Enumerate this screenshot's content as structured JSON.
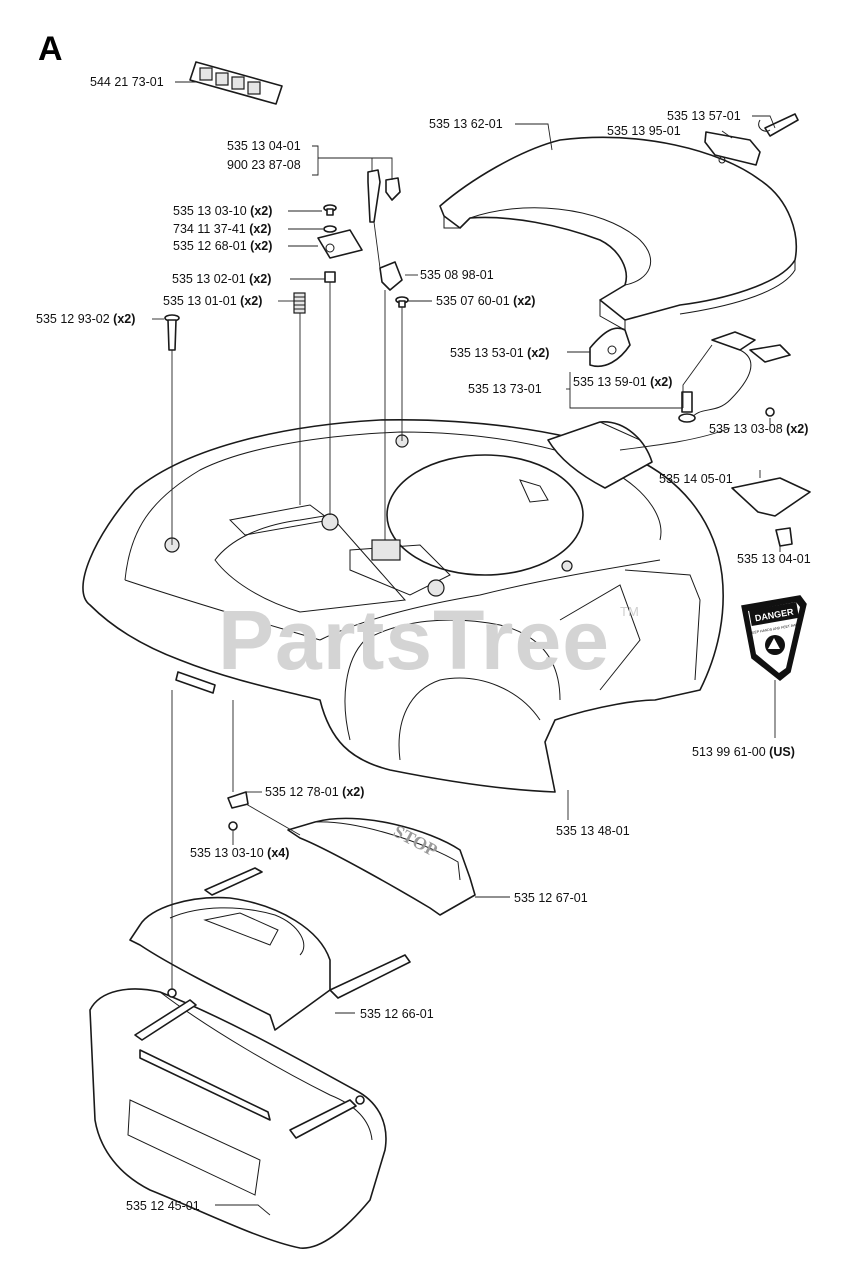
{
  "section_letter": "A",
  "watermark": "PartsTree",
  "watermark_tm": "TM",
  "danger_decal": {
    "title": "DANGER",
    "subtitle": "KEEP HANDS AND FEET AWAY"
  },
  "stop_text": "STOP",
  "callouts": [
    {
      "id": "c01",
      "part": "544 21 73-01",
      "qty": ""
    },
    {
      "id": "c02",
      "part": "535 13 62-01",
      "qty": ""
    },
    {
      "id": "c03",
      "part": "535 13 57-01",
      "qty": ""
    },
    {
      "id": "c04",
      "part": "535 13 95-01",
      "qty": ""
    },
    {
      "id": "c05",
      "part": "535 13 04-01",
      "qty": ""
    },
    {
      "id": "c06",
      "part": "900 23 87-08",
      "qty": ""
    },
    {
      "id": "c07",
      "part": "535 13 03-10",
      "qty": "(x2)"
    },
    {
      "id": "c08",
      "part": "734 11 37-41",
      "qty": "(x2)"
    },
    {
      "id": "c09",
      "part": "535 12 68-01",
      "qty": "(x2)"
    },
    {
      "id": "c10",
      "part": "535 13 02-01",
      "qty": "(x2)"
    },
    {
      "id": "c11",
      "part": "535 08 98-01",
      "qty": ""
    },
    {
      "id": "c12",
      "part": "535 13 01-01",
      "qty": "(x2)"
    },
    {
      "id": "c13",
      "part": "535 07 60-01",
      "qty": "(x2)"
    },
    {
      "id": "c14",
      "part": "535 12 93-02",
      "qty": "(x2)"
    },
    {
      "id": "c15",
      "part": "535 13 53-01",
      "qty": "(x2)"
    },
    {
      "id": "c16",
      "part": "535 13 59-01",
      "qty": "(x2)"
    },
    {
      "id": "c17",
      "part": "535 13 73-01",
      "qty": ""
    },
    {
      "id": "c18",
      "part": "535 13 03-08",
      "qty": "(x2)"
    },
    {
      "id": "c19",
      "part": "535 14 05-01",
      "qty": ""
    },
    {
      "id": "c20",
      "part": "535 13 04-01",
      "qty": ""
    },
    {
      "id": "c21",
      "part": "513 99 61-00",
      "qty": "(US)"
    },
    {
      "id": "c22",
      "part": "535 12 78-01",
      "qty": "(x2)"
    },
    {
      "id": "c23",
      "part": "535 13 48-01",
      "qty": ""
    },
    {
      "id": "c24",
      "part": "535 13 03-10",
      "qty": "(x4)"
    },
    {
      "id": "c25",
      "part": "535 12 67-01",
      "qty": ""
    },
    {
      "id": "c26",
      "part": "535 12 66-01",
      "qty": ""
    },
    {
      "id": "c27",
      "part": "535 12 45-01",
      "qty": ""
    }
  ]
}
